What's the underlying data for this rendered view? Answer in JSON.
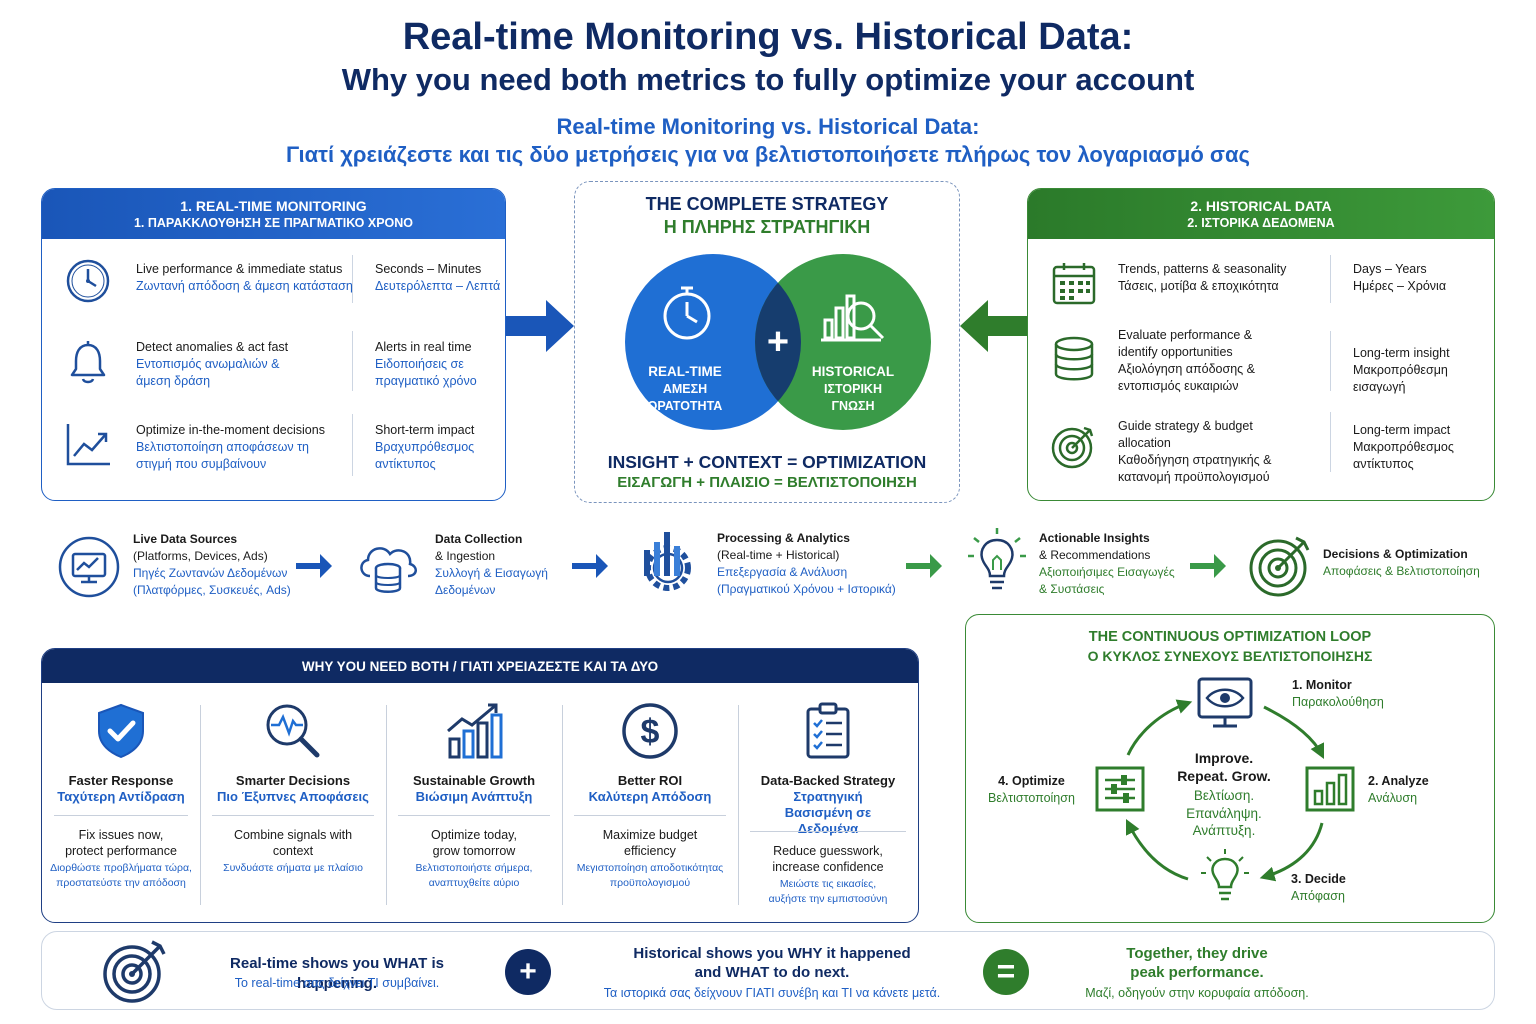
{
  "header": {
    "title_en": "Real-time Monitoring vs. Historical Data:",
    "subtitle_en": "Why you need both metrics to fully optimize your account",
    "title_gr": "Real-time Monitoring vs. Historical Data:",
    "subtitle_gr": "Γιατί χρειάζεστε και τις δύο μετρήσεις για να βελτιστοποιήσετε πλήρως τον λογαριασμό σας"
  },
  "realtime": {
    "title_en": "1. REAL-TIME MONITORING",
    "title_gr": "1. ΠΑΡΑΚΚΛΟΥΘΗΣΗ ΣΕ ΠΡΑΓΜΑΤΙΚΟ ΧΡΟΝΟ",
    "rows": [
      {
        "icon": "clock-icon",
        "main_en": "Live performance & immediate status",
        "main_gr": "Ζωντανή απόδοση & άμεση κατάσταση",
        "side_en": "Seconds – Minutes",
        "side_gr": "Δευτερόλεπτα – Λεπτά"
      },
      {
        "icon": "bell-icon",
        "main_en": "Detect anomalies & act fast",
        "main_gr": "Εντοπισμός ανωμαλιών & άμεση δράση",
        "side_en": "Alerts in real time",
        "side_gr": "Ειδοποιήσεις σε πραγματικό χρόνο"
      },
      {
        "icon": "trend-chart-icon",
        "main_en": "Optimize in-the-moment decisions",
        "main_gr": "Βελτιστοποίηση αποφάσεων τη στιγμή που συμβαίνουν",
        "side_en": "Short-term impact",
        "side_gr": "Βραχυπρόθεσμος αντίκτυπος"
      }
    ]
  },
  "historical": {
    "title_en": "2. HISTORICAL DATA",
    "title_gr": "2. ΙΣΤΟΡΙΚΑ ΔΕΔΟΜΕΝΑ",
    "rows": [
      {
        "icon": "calendar-icon",
        "main_en": "Trends, patterns & seasonality",
        "main_gr": "Τάσεις, μοτίβα & εποχικότητα",
        "side_en": "Days – Years",
        "side_gr": "Ημέρες – Χρόνια"
      },
      {
        "icon": "database-icon",
        "main_en": "Evaluate performance & identify opportunities",
        "main_gr": "Αξιολόγηση απόδοσης & εντοπισμός ευκαιριών",
        "side_en": "Long-term insight",
        "side_gr": "Μακροπρόθεσμη εισαγωγή"
      },
      {
        "icon": "target-icon",
        "main_en": "Guide strategy & budget allocation",
        "main_gr": "Καθοδήγηση στρατηγικής & κατανομή προϋπολογισμού",
        "side_en": "Long-term impact",
        "side_gr": "Μακροπρόθεσμος αντίκτυπος"
      }
    ]
  },
  "strategy": {
    "title_en": "THE COMPLETE STRATEGY",
    "title_gr": "Η ΠΛΗΡΗΣ ΣΤΡΑΤΗΓΙΚΗ",
    "left_l1": "REAL-TIME",
    "left_l2": "ΑΜΕΣΗ",
    "left_l3": "ΟΡΑΤΟΤΗΤΑ",
    "right_l1": "HISTORICAL",
    "right_l2": "ΙΣΤΟΡΙΚΗ",
    "right_l3": "ΓΝΩΣΗ",
    "plus": "+",
    "equation_en": "INSIGHT + CONTEXT = OPTIMIZATION",
    "equation_gr": "ΕΙΣΑΓΩΓΗ + ΠΛΑΙΣΙΟ = ΒΕΛΤΙΣΤΟΠΟΙΗΣΗ",
    "colors": {
      "blue": "#1f6fd4",
      "green": "#3a9a48"
    }
  },
  "flow": [
    {
      "icon": "monitor-chart-icon",
      "en1": "Live Data Sources",
      "en2": "(Platforms, Devices, Ads)",
      "gr1": "Πηγές Ζωντανών Δεδομένων",
      "gr2": "(Πλατφόρμες, Συσκευές, Ads)"
    },
    {
      "icon": "cloud-database-icon",
      "en1": "Data Collection",
      "en2": "& Ingestion",
      "gr1": "Συλλογή & Εισαγωγή",
      "gr2": "Δεδομένων"
    },
    {
      "icon": "gear-chart-icon",
      "en1": "Processing & Analytics",
      "en2": "(Real-time + Historical)",
      "gr1": "Επεξεργασία & Ανάλυση",
      "gr2": "(Πραγματικού Χρόνου + Ιστορικά)"
    },
    {
      "icon": "lightbulb-icon",
      "en1": "Actionable Insights",
      "en2": "& Recommendations",
      "gr1": "Αξιοποιήσιμες Εισαγωγές",
      "gr2": "& Συστάσεις"
    },
    {
      "icon": "target-arrow-icon",
      "en1": "Decisions & Optimization",
      "gr1": "Αποφάσεις & Βελτιστοποίηση"
    }
  ],
  "why": {
    "title": "WHY YOU NEED BOTH / ΓΙΑΤΙ ΧΡΕΙΑΖΕΣΤΕ ΚΑΙ ΤΑ ΔΥΟ",
    "items": [
      {
        "icon": "shield-check-icon",
        "t_en": "Faster Response",
        "t_gr": "Ταχύτερη Αντίδραση",
        "b_en": "Fix issues now, protect performance",
        "b_gr": "Διορθώστε προβλήματα τώρα, προστατεύστε την απόδοση"
      },
      {
        "icon": "magnifier-pulse-icon",
        "t_en": "Smarter Decisions",
        "t_gr": "Πιο Έξυπνες Αποφάσεις",
        "b_en": "Combine signals with context",
        "b_gr": "Συνδυάστε σήματα με πλαίσιο"
      },
      {
        "icon": "growth-chart-icon",
        "t_en": "Sustainable Growth",
        "t_gr": "Βιώσιμη Ανάπτυξη",
        "b_en": "Optimize today, grow tomorrow",
        "b_gr": "Βελτιστοποιήστε σήμερα, αναπτυχθείτε αύριο"
      },
      {
        "icon": "dollar-icon",
        "t_en": "Better ROI",
        "t_gr": "Καλύτερη Απόδοση",
        "b_en": "Maximize budget efficiency",
        "b_gr": "Μεγιστοποίηση αποδοτικότητας προϋπολογισμού"
      },
      {
        "icon": "clipboard-check-icon",
        "t_en": "Data-Backed Strategy",
        "t_gr": "Στρατηγική Βασισμένη σε Δεδομένα",
        "b_en": "Reduce guesswork, increase confidence",
        "b_gr": "Μειώστε τις εικασίες, αυξήστε την εμπιστοσύνη"
      }
    ]
  },
  "loop": {
    "title_en": "THE CONTINUOUS OPTIMIZATION LOOP",
    "title_gr": "Ο ΚΥΚΛΟΣ ΣΥΝΕΧΟΥΣ ΒΕΛΤΙΣΤΟΠΟΙΗΣΗΣ",
    "steps": [
      {
        "icon": "monitor-eye-icon",
        "en": "1. Monitor",
        "gr": "Παρακολούθηση"
      },
      {
        "icon": "bar-chart-icon",
        "en": "2. Analyze",
        "gr": "Ανάλυση"
      },
      {
        "icon": "lightbulb-icon",
        "en": "3. Decide",
        "gr": "Απόφαση"
      },
      {
        "icon": "sliders-icon",
        "en": "4. Optimize",
        "gr": "Βελτιστοποίηση"
      }
    ],
    "center_en1": "Improve.",
    "center_en2": "Repeat. Grow.",
    "center_gr1": "Βελτίωση.",
    "center_gr2": "Επανάληψη.",
    "center_gr3": "Ανάπτυξη."
  },
  "banner": {
    "a_en": "Real-time shows you WHAT is happening.",
    "a_gr": "Το real-time σας δείχνει ΤΙ συμβαίνει.",
    "plus": "+",
    "b_en1": "Historical shows you WHY it happened",
    "b_en2": "and WHAT to do next.",
    "b_gr": "Τα ιστορικά σας δείχνουν ΓΙΑΤΙ συνέβη και ΤΙ να κάνετε μετά.",
    "equals": "=",
    "c_en1": "Together, they drive",
    "c_en2": "peak performance.",
    "c_gr": "Μαζί, οδηγούν στην κορυφαία απόδοση."
  }
}
